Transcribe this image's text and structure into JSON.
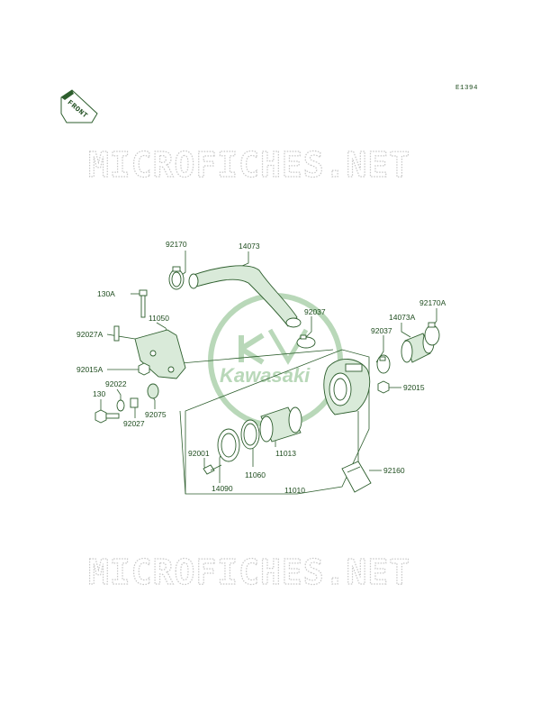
{
  "figure_code": "E1394",
  "front_label": "FRONT",
  "watermark": "MICROFICHES.NET",
  "logo_text": "Kawasaki",
  "part_labels": [
    {
      "id": "92170",
      "text": "92170"
    },
    {
      "id": "14073",
      "text": "14073"
    },
    {
      "id": "130A",
      "text": "130A"
    },
    {
      "id": "11050",
      "text": "11050"
    },
    {
      "id": "92027A",
      "text": "92027A"
    },
    {
      "id": "92037a",
      "text": "92037"
    },
    {
      "id": "92170A",
      "text": "92170A"
    },
    {
      "id": "14073A",
      "text": "14073A"
    },
    {
      "id": "92037b",
      "text": "92037"
    },
    {
      "id": "92015A",
      "text": "92015A"
    },
    {
      "id": "92022",
      "text": "92022"
    },
    {
      "id": "130",
      "text": "130"
    },
    {
      "id": "92075",
      "text": "92075"
    },
    {
      "id": "92027",
      "text": "92027"
    },
    {
      "id": "92015",
      "text": "92015"
    },
    {
      "id": "11013",
      "text": "11013"
    },
    {
      "id": "92001",
      "text": "92001"
    },
    {
      "id": "11060",
      "text": "11060"
    },
    {
      "id": "14090",
      "text": "14090"
    },
    {
      "id": "11010",
      "text": "11010"
    },
    {
      "id": "92160",
      "text": "92160"
    }
  ],
  "colors": {
    "line": "#2d5e2d",
    "label": "#1f4d1f",
    "watermark": "#c7c7c7",
    "logo": "#b9d8b9"
  }
}
